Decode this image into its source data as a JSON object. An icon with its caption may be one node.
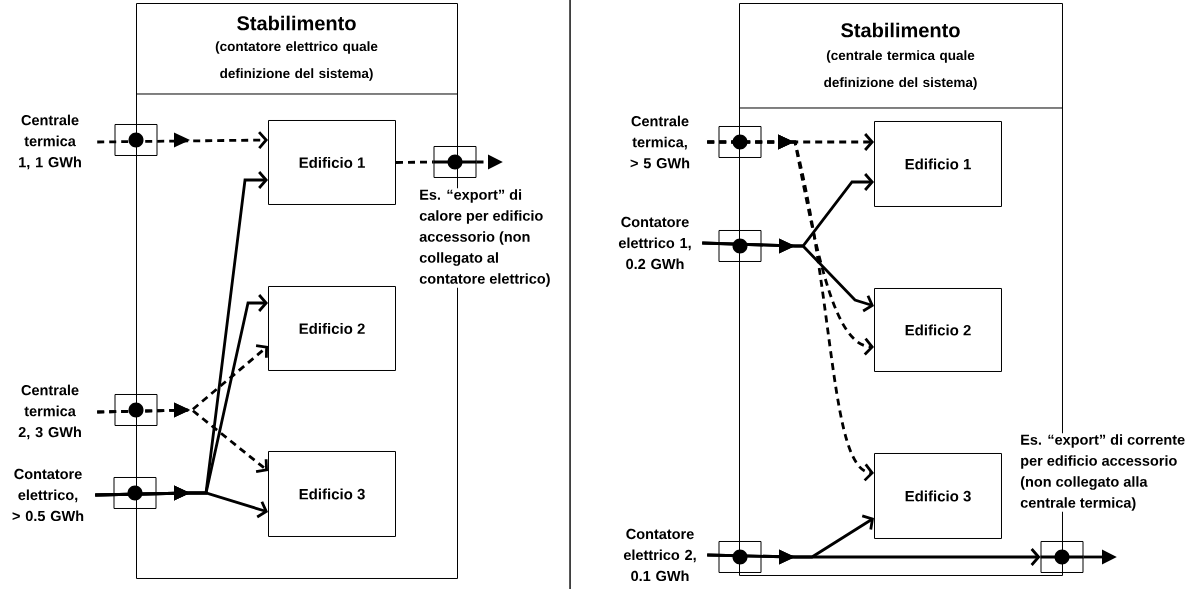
{
  "diagram": {
    "nodes": [
      {
        "text": [
          "Stabilimento",
          "(contatore elettrico quale definizione del sistema)"
        ]
      },
      {
        "text": [
          "Edificio 1"
        ],
        "in": 0
      },
      {
        "text": [
          "Edificio 2"
        ],
        "in": 0
      },
      {
        "text": [
          "Edificio 3"
        ],
        "in": 0
      },
      {
        "text": [
          "Centrale termica  1, 1 GWh"
        ]
      },
      {
        "text": [
          "Centrale termica 2, 3 GWh"
        ]
      },
      {
        "text": [
          "Contatore elettrico, > 0.5 GWh"
        ]
      },
      {
        "text": [
          "Stabilimento",
          "(centrale termica quale definizione del sistema)"
        ]
      },
      {
        "text": [
          "Edificio 1"
        ],
        "in": 7
      },
      {
        "text": [
          "Edificio 2"
        ],
        "in": 7
      },
      {
        "text": [
          "Edificio 3"
        ],
        "in": 7
      },
      {
        "text": [
          "Centrale termica, > 5 GWh"
        ]
      },
      {
        "text": [
          "Contatore elettrico 1, 0.2 GWh"
        ]
      },
      {
        "text": [
          "Contatore elettrico 2, 0.1 GWh"
        ]
      },
      {
        "text": [],
        "shape": "box"
      },
      {
        "text": [],
        "shape": "box"
      }
    ],
    "edges": [
      {
        "from": 4,
        "to": 1,
        "arrow": "to",
        "style": "dashed"
      },
      {
        "from": 5,
        "to": 2,
        "arrow": "to",
        "style": "dashed"
      },
      {
        "from": 5,
        "to": 3,
        "arrow": "to",
        "style": "dashed"
      },
      {
        "from": 6,
        "to": 1,
        "arrow": "to"
      },
      {
        "from": 6,
        "to": 2,
        "arrow": "to"
      },
      {
        "from": 6,
        "to": 3,
        "arrow": "to"
      },
      {
        "from": 1,
        "to": 14,
        "arrow": "none",
        "style": "dashed"
      },
      {
        "from": 11,
        "to": 8,
        "arrow": "to",
        "style": "dashed"
      },
      {
        "from": 11,
        "to": 9,
        "arrow": "to",
        "style": "dashed"
      },
      {
        "from": 11,
        "to": 10,
        "arrow": "to",
        "style": "dashed"
      },
      {
        "from": 12,
        "to": 8,
        "arrow": "to"
      },
      {
        "from": 12,
        "to": 9,
        "arrow": "to"
      },
      {
        "from": 13,
        "to": 10,
        "arrow": "to"
      },
      {
        "from": 13,
        "to": 15,
        "arrow": "to"
      },
      {
        "from": 14,
        "to": null,
        "arrow": "to",
        "style": "dashed"
      },
      {
        "from": 15,
        "to": null,
        "arrow": "to"
      }
    ],
    "labels": [
      "Es. “export” di calore per edificio accessorio (non collegato al contatore elettrico)",
      "Es. “export” di corrente per edificio accessorio (non collegato alla centrale termica)"
    ]
  }
}
